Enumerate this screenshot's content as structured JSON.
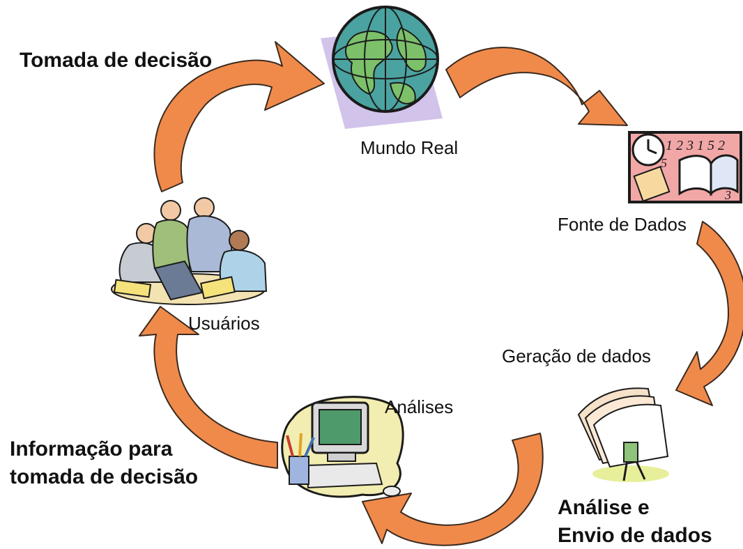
{
  "labels": {
    "tomada_decisao": "Tomada de decisão",
    "mundo_real": "Mundo Real",
    "fonte_dados": "Fonte de Dados",
    "usuarios": "Usuários",
    "geracao_dados": "Geração de dados",
    "analises": "Análises",
    "informacao_line1": "Informação para",
    "informacao_line2": "tomada de decisão",
    "analise_envio_line1": "Análise e",
    "analise_envio_line2": "Envio de dados"
  },
  "colors": {
    "arrow_fill": "#f08a4b",
    "arrow_stroke": "#3a2a1f"
  },
  "icons": [
    "globe-icon",
    "data-source-icon",
    "users-meeting-icon",
    "documents-icon",
    "computer-icon"
  ]
}
